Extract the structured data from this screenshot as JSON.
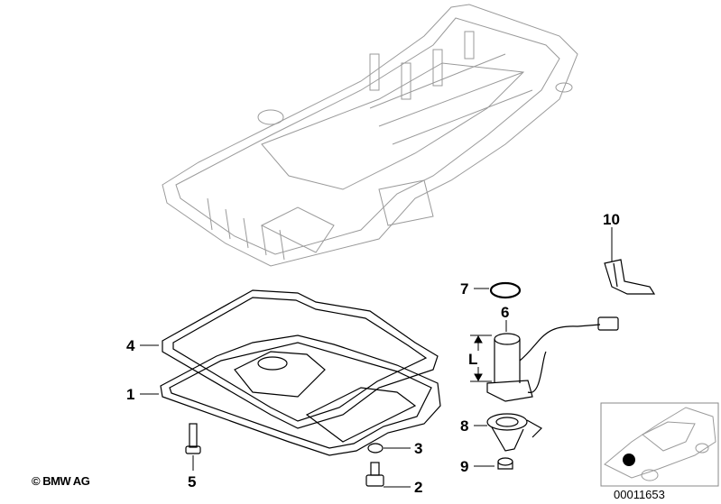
{
  "diagram": {
    "callouts": {
      "p1": "1",
      "p2": "2",
      "p3": "3",
      "p4": "4",
      "p5": "5",
      "p6": "6",
      "p7": "7",
      "p8": "8",
      "p9": "9",
      "p10": "10",
      "dimension": "L"
    },
    "copyright": "© BMW AG",
    "image_number": "00011653"
  }
}
